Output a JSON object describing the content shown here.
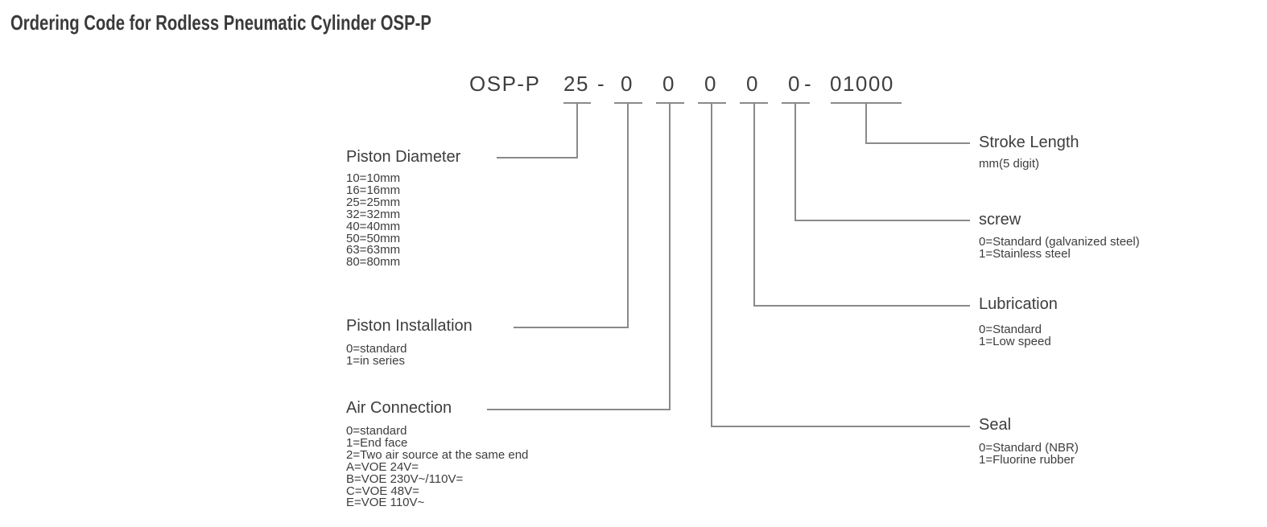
{
  "title": "Ordering Code for Rodless Pneumatic Cylinder OSP-P",
  "colors": {
    "text": "#3d3d3d",
    "connector_line": "#8a8a8a",
    "background": "#ffffff"
  },
  "code_line": {
    "prefix": "OSP-P",
    "tokens": [
      "25",
      "-",
      "0",
      "0",
      "0",
      "0",
      "0",
      "-",
      "01000"
    ],
    "full_code": "OSP-P 25-0 0 0 0 0-01000"
  },
  "sections": {
    "piston_diameter": {
      "title": "Piston Diameter",
      "code_value": "25",
      "options": [
        "10=10mm",
        "16=16mm",
        "25=25mm",
        "32=32mm",
        "40=40mm",
        "50=50mm",
        "63=63mm",
        "80=80mm"
      ]
    },
    "piston_installation": {
      "title": "Piston Installation",
      "code_value": "0",
      "options": [
        "0=standard",
        "1=in series"
      ]
    },
    "air_connection": {
      "title": "Air Connection",
      "code_value": "0",
      "options": [
        "0=standard",
        "1=End face",
        "2=Two air source at the same end",
        "A=VOE 24V=",
        "B=VOE 230V~/110V=",
        "C=VOE 48V=",
        "E=VOE 110V~"
      ]
    },
    "stroke_length": {
      "title": "Stroke Length",
      "code_value": "01000",
      "subtitle": "mm(5 digit)"
    },
    "screw": {
      "title": "screw",
      "code_value": "0",
      "options": [
        "0=Standard (galvanized steel)",
        "1=Stainless steel"
      ]
    },
    "lubrication": {
      "title": "Lubrication",
      "code_value": "0",
      "options": [
        "0=Standard",
        "1=Low speed"
      ]
    },
    "seal": {
      "title": "Seal",
      "code_value": "0",
      "options": [
        "0=Standard (NBR)",
        "1=Fluorine rubber"
      ]
    }
  }
}
